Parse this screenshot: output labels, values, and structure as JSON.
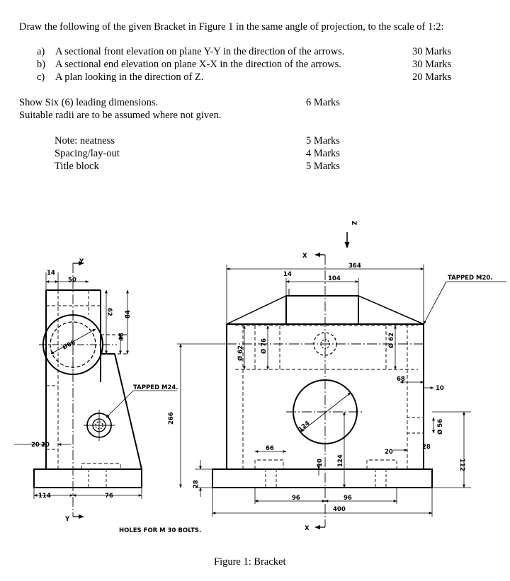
{
  "instruction": "Draw the following of the given Bracket in Figure 1 in the same angle of projection, to the scale of 1:2:",
  "tasks": [
    {
      "label": "a)",
      "text": "A sectional front elevation on plane Y-Y in the direction of the arrows.",
      "marks": "30 Marks"
    },
    {
      "label": "b)",
      "text": "A sectional end elevation on plane X-X in the direction of the arrows.",
      "marks": "30 Marks"
    },
    {
      "label": "c)",
      "text": "A plan looking in the direction of Z.",
      "marks": "20 Marks"
    }
  ],
  "dimensions_note": {
    "line1": "Show Six (6) leading dimensions.",
    "line2": "Suitable radii are to be assumed where not given.",
    "marks": "6 Marks"
  },
  "notes": [
    {
      "text": "Note: neatness",
      "marks": "5 Marks"
    },
    {
      "text": "Spacing/lay-out",
      "marks": "4 Marks"
    },
    {
      "text": "Title block",
      "marks": "5 Marks"
    }
  ],
  "figure": {
    "caption": "Figure 1: Bracket",
    "annotations": {
      "tapped_m24": "TAPPED M24.",
      "tapped_m20": "TAPPED M20.",
      "holes": "HOLES FOR M 30 BOLTS."
    },
    "labels": {
      "y": "Y",
      "x": "X",
      "z": "Z"
    },
    "dims_left": {
      "d14": "14",
      "d50": "50",
      "d62": "62",
      "d84": "84",
      "d48": "48",
      "d66": "Ø66",
      "d20a": "20",
      "d20b": "20",
      "d114": "114",
      "d76": "76",
      "d266": "266",
      "d28": "28"
    },
    "dims_right": {
      "d364": "364",
      "d14": "14",
      "d104": "104",
      "d62": "Ø 62",
      "d76": "Ø 76",
      "d62r": "Ø 62",
      "d68": "68",
      "d10": "10",
      "d124": "124",
      "d66": "66",
      "d10b": "10",
      "d124b": "124",
      "d20": "20",
      "d28": "28",
      "d56": "Ø 56",
      "d112": "112",
      "d96a": "96",
      "d96b": "96",
      "d400": "400"
    }
  }
}
